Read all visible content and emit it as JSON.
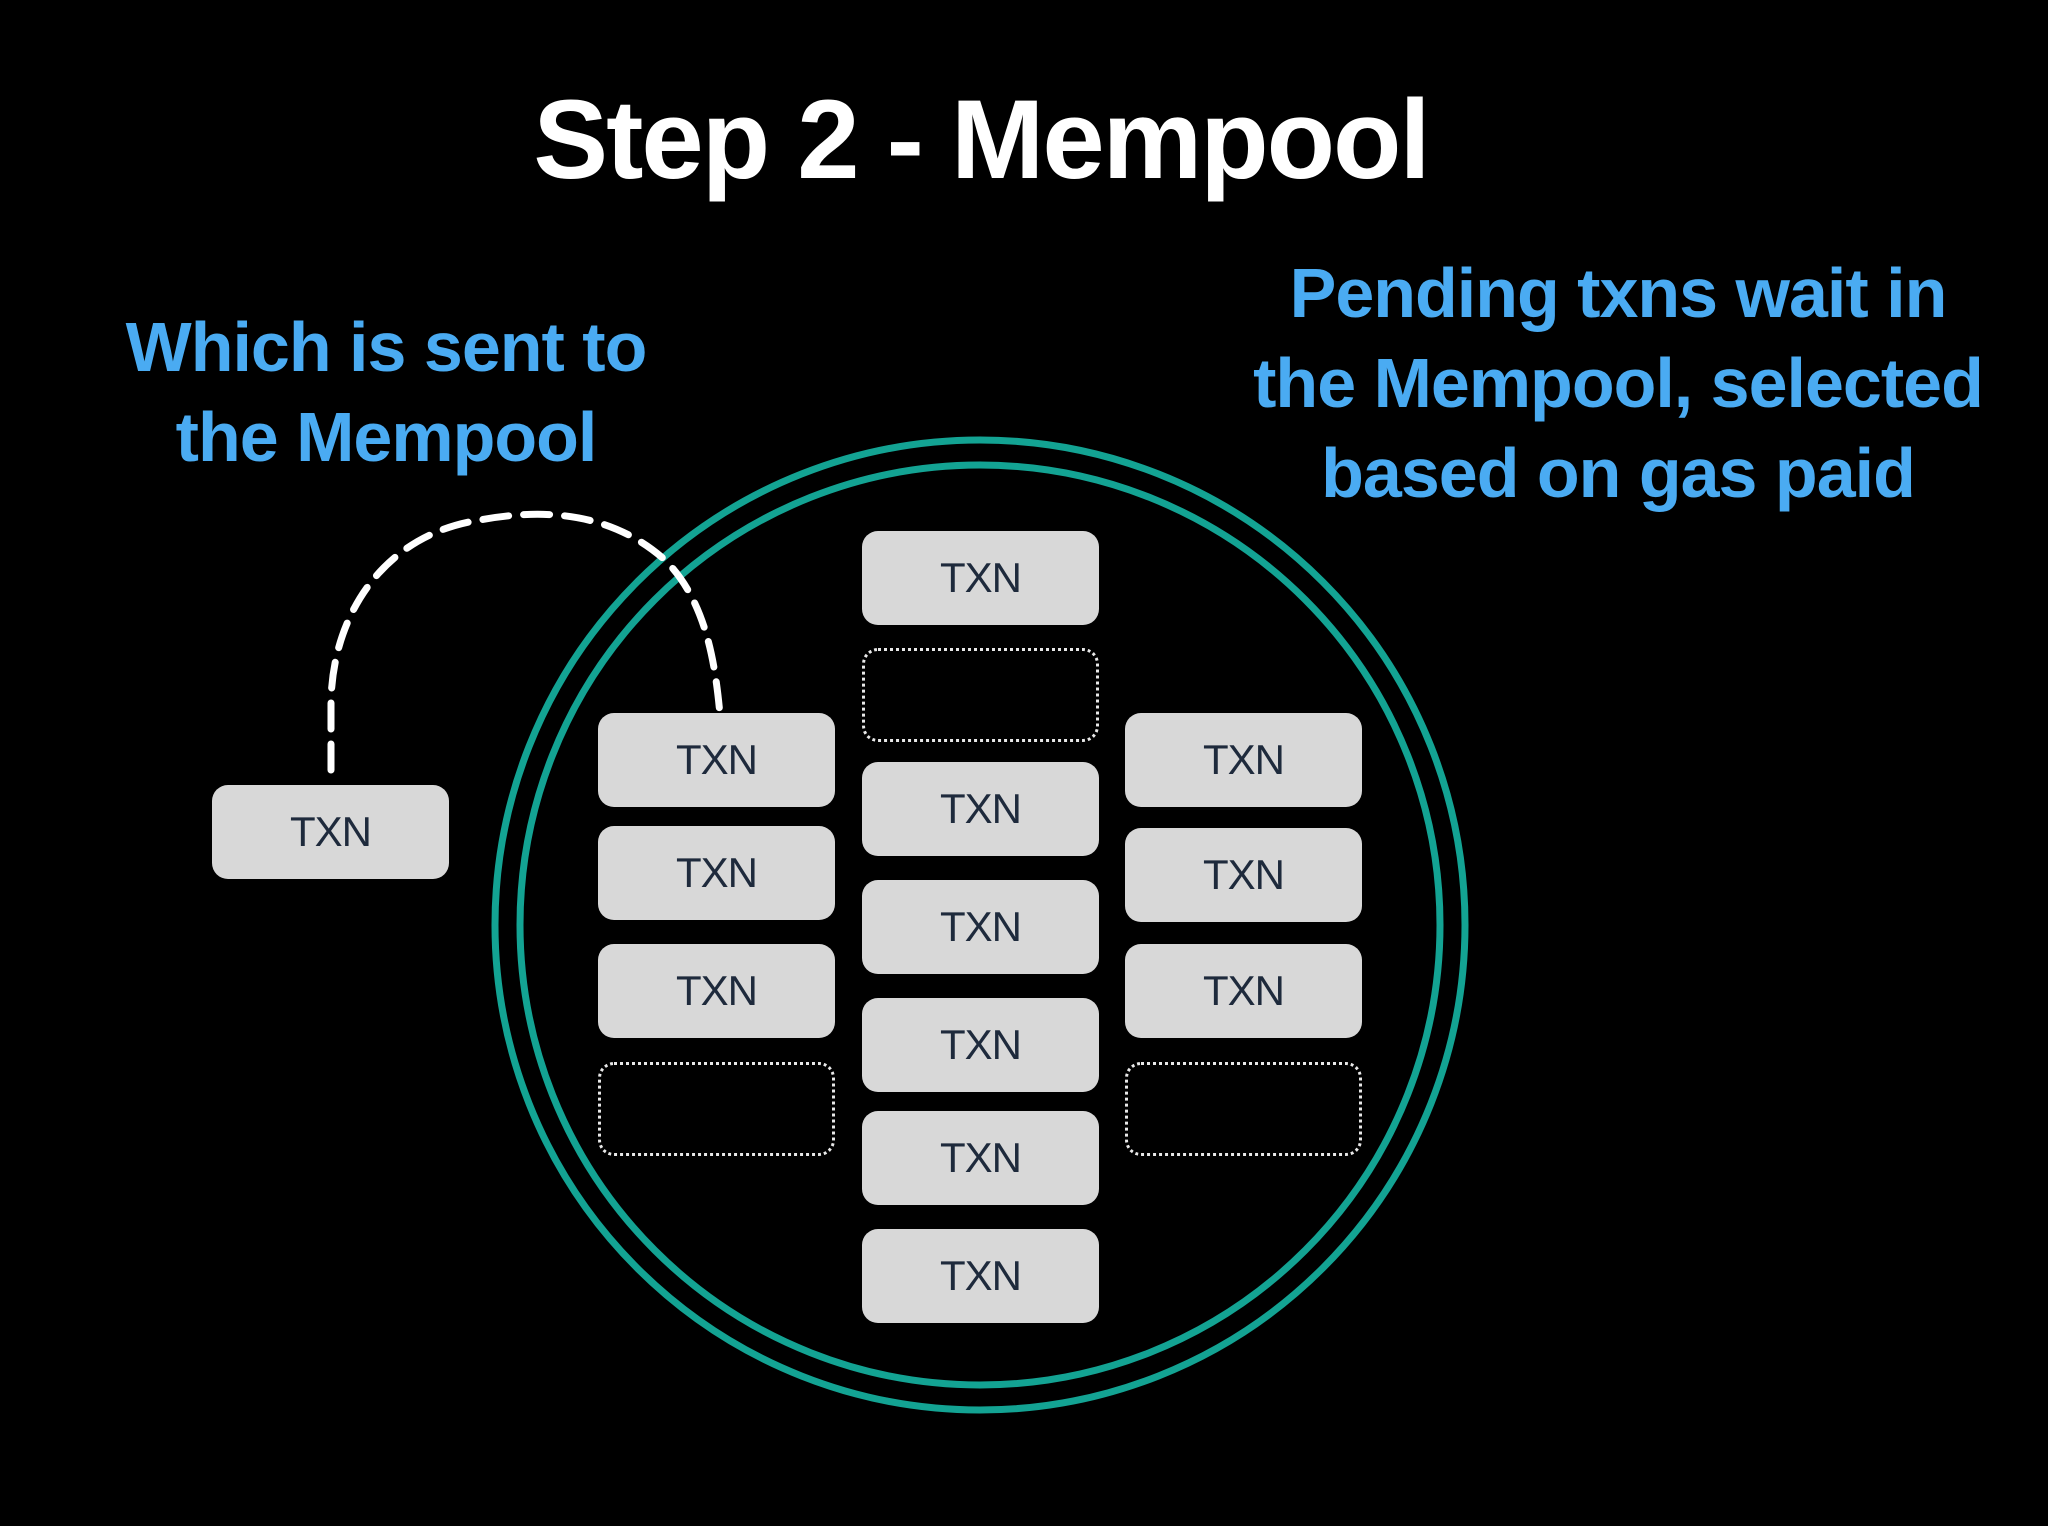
{
  "title": "Step 2 - Mempool",
  "caption_left": {
    "line1": "Which is sent to",
    "line2": "the Mempool"
  },
  "caption_right": {
    "line1": "Pending txns wait in",
    "line2": "the Mempool, selected",
    "line3": "based on gas paid"
  },
  "txn_label": "TXN",
  "colors": {
    "background": "#000000",
    "title": "#ffffff",
    "caption": "#4aabf2",
    "ring": "#13a393",
    "txn_box": "#d8d8d8",
    "txn_text": "#1e2a3c",
    "dashed_arrow": "#ffffff"
  }
}
